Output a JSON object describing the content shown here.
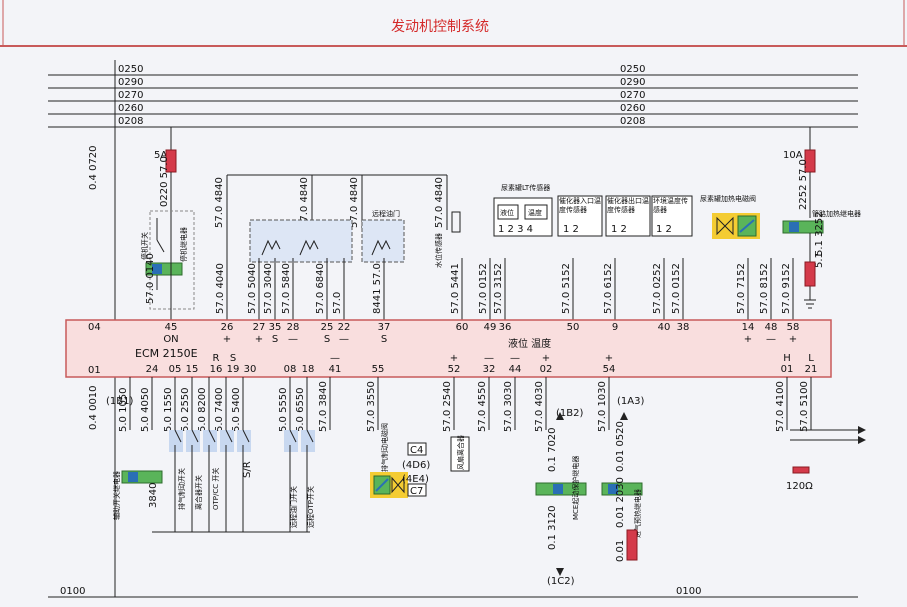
{
  "title": "发动机控制系统",
  "colors": {
    "title": "#d42a2a",
    "ecm_fill": "#f9dede",
    "ecm_border": "#c85a5a",
    "relay_green": "#5ab45a",
    "relay_blue": "#2a6fb5",
    "highlight": "#f4cc33",
    "fuse_red": "#d43a4a",
    "switch_blue": "#c8d8f0",
    "background": "#f3f4f8"
  },
  "buses": [
    "0250",
    "0290",
    "0270",
    "0260",
    "0208"
  ],
  "ground_bus": "0100",
  "ecm": {
    "name": "ECM 2150E",
    "side_top": "04",
    "side_bottom": "01",
    "mid_label": "液位 温度"
  },
  "top_pins": [
    {
      "pin": "45",
      "sub": "ON",
      "wire": "57.0 0140"
    },
    {
      "pin": "26",
      "sub": "+",
      "wire": "57.0 4040"
    },
    {
      "pin": "27",
      "sub": "+",
      "wire": "57.0 5040"
    },
    {
      "pin": "35",
      "sub": "S",
      "wire": "57.0 3040"
    },
    {
      "pin": "28",
      "sub": "—",
      "wire": "57.0 5840"
    },
    {
      "pin": "25",
      "sub": "S",
      "wire": "57.0 6840"
    },
    {
      "pin": "22",
      "sub": "—",
      "wire": "57.0"
    },
    {
      "pin": "37",
      "sub": "S",
      "wire": "8441 57.0"
    },
    {
      "pin": "60",
      "sub": "",
      "wire": "57.0 5441"
    },
    {
      "pin": "49",
      "sub": "",
      "wire": "57.0 0152"
    },
    {
      "pin": "36",
      "sub": "",
      "wire": "57.0 3152"
    },
    {
      "pin": "50",
      "sub": "",
      "wire": "57.0 5152"
    },
    {
      "pin": "9",
      "sub": "",
      "wire": "57.0 6152"
    },
    {
      "pin": "40",
      "sub": "",
      "wire": "57.0 0252"
    },
    {
      "pin": "38",
      "sub": "",
      "wire": "57.0 0152"
    },
    {
      "pin": "14",
      "sub": "+",
      "wire": "57.0 7152"
    },
    {
      "pin": "48",
      "sub": "—",
      "wire": "57.0 8152"
    },
    {
      "pin": "58",
      "sub": "+",
      "wire": "57.0 9152"
    }
  ],
  "bottom_pins": [
    {
      "pin": "24",
      "label": ""
    },
    {
      "pin": "05",
      "label": ""
    },
    {
      "pin": "15",
      "label": ""
    },
    {
      "pin": "16",
      "label": "R"
    },
    {
      "pin": "19",
      "label": "S"
    },
    {
      "pin": "30",
      "label": ""
    },
    {
      "pin": "08",
      "label": ""
    },
    {
      "pin": "18",
      "label": ""
    },
    {
      "pin": "41",
      "label": "—"
    },
    {
      "pin": "55",
      "label": ""
    },
    {
      "pin": "52",
      "label": "+"
    },
    {
      "pin": "32",
      "label": "—"
    },
    {
      "pin": "44",
      "label": "—"
    },
    {
      "pin": "02",
      "label": "+"
    },
    {
      "pin": "54",
      "label": "+"
    },
    {
      "pin": "01",
      "label": "H"
    },
    {
      "pin": "21",
      "label": "L"
    }
  ],
  "bottom_wires": [
    "5.0 1050",
    "5.0 4050",
    "5.0 1550",
    "5.0 2550",
    "5.0 8200",
    "5.0 7400",
    "5.0 5400",
    "5.0 5550",
    "5.0 6550",
    "57.0 3840",
    "57.0 3550",
    "57.0 2540",
    "57.0 4550",
    "57.0 3030",
    "57.0 4030",
    "57.0 1030",
    "57.0 4100",
    "57.0 5100"
  ],
  "components": {
    "fuse_left": "5A",
    "fuse_left_wire": "0220 57.0",
    "fuse_right": "10A",
    "fuse_right_wire": "2252 57.0",
    "left_vertical": "0.4 0720",
    "left_vertical_bottom": "0.4 0010",
    "wire_4840": "57.0 4840",
    "stop_switch": "停机开关",
    "stop_relay": "停机继电器",
    "remote_throttle": "远程油门",
    "level_sensor": "水位传感器",
    "urea_lt_sensor": "尿素罐LT传感器",
    "level": "液位",
    "temp": "温度",
    "cat_in_sensor": "催化器入口温度传感器",
    "cat_out_sensor": "催化器出口温度传感器",
    "ambient_sensor": "环境温度传感器",
    "urea_heater_valve": "尿素罐加热电磁阀",
    "pipe_heater_relay": "管路加热继电器",
    "pipe_wire": "5.1 3252",
    "pipe_wire_b": "5.1",
    "aux_switch_relay": "辅助开关继电器",
    "aux_wire": "3840",
    "b1": "(1B1)",
    "exhaust_brake_switch": "排气制动开关",
    "clutch_switch": "离合器开关",
    "otp_cc_switch": "OTP/CC 开关",
    "sr_label": "S/R",
    "remote_switch": "远程油门开关",
    "remote_otp": "远程OTP开关",
    "exhaust_valve": "排气制动电磁阀",
    "c4": "C4",
    "d6": "(4D6)",
    "e4": "(4E4)",
    "c7": "C7",
    "fan_clutch": "风扇离合器",
    "b2": "(1B2)",
    "wire_7020": "0.1 7020",
    "wire_3120": "0.1 3120",
    "mce_relay": "MCE起动保护继电器",
    "c2": "(1C2)",
    "a3": "(1A3)",
    "wire_0520": "0.01 0520",
    "wire_2030": "0.01 2030",
    "preheat_relay": "进气预热继电器",
    "wire_001": "0.01",
    "resistor": "120Ω"
  }
}
